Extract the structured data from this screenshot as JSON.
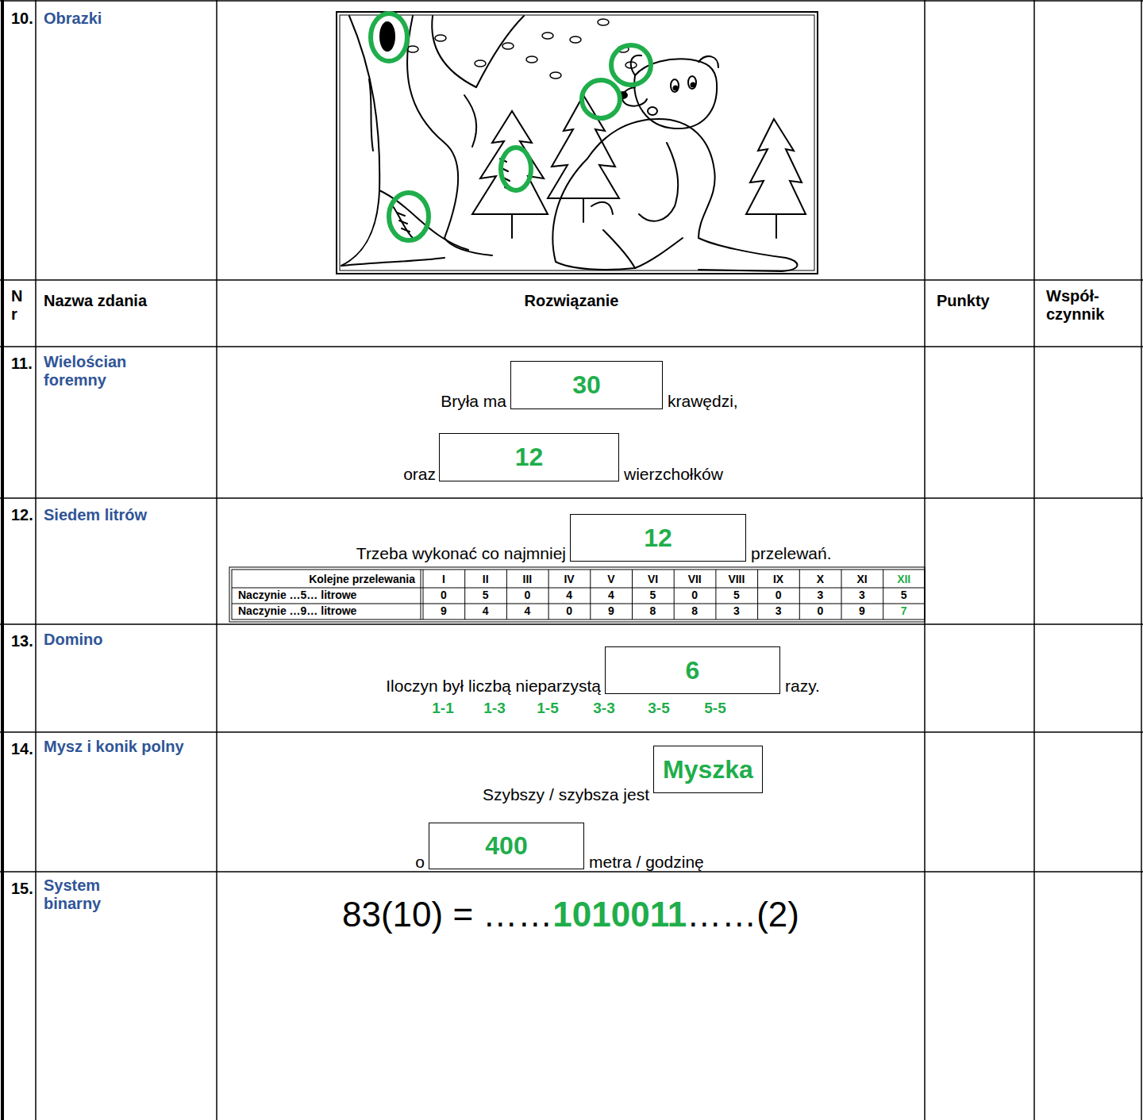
{
  "diagram": {
    "nodes": [
      {
        "text": [
          "30"
        ]
      },
      {
        "text": [
          "12"
        ]
      },
      {
        "text": [
          "12"
        ]
      },
      {
        "text": [
          "6"
        ]
      },
      {
        "text": [
          "Myszka"
        ]
      },
      {
        "text": [
          "400"
        ]
      }
    ],
    "labels": [
      "10.",
      "Obrazki",
      "N r",
      "Nazwa zdania",
      "Rozwiązanie",
      "Punkty",
      "Współ- czynnik",
      "11.",
      "Wielościan foremny",
      "Bryła ma",
      "krawędzi,",
      "oraz",
      "wierzchołków",
      "12.",
      "Siedem litrów",
      "Trzeba wykonać co najmniej",
      "przelewań.",
      "Kolejne przelewania",
      "I",
      "II",
      "III",
      "IV",
      "V",
      "VI",
      "VII",
      "VIII",
      "IX",
      "X",
      "XI",
      "XII",
      "Naczynie …5… litrowe",
      "0",
      "5",
      "0",
      "4",
      "4",
      "5",
      "0",
      "5",
      "0",
      "3",
      "3",
      "5",
      "Naczynie …9… litrowe",
      "9",
      "4",
      "4",
      "0",
      "9",
      "8",
      "8",
      "3",
      "3",
      "0",
      "9",
      "7",
      "13.",
      "Domino",
      "Iloczyn był liczbą nieparzystą",
      "razy.",
      "1-1",
      "1-3",
      "1-5",
      "3-3",
      "3-5",
      "5-5",
      "14.",
      "Mysz i konik polny",
      "Szybszy / szybsza jest",
      "o",
      "metra / godzinę",
      "15.",
      "System binarny",
      "83(10) = ……",
      "1010011",
      "……(2)"
    ]
  }
}
